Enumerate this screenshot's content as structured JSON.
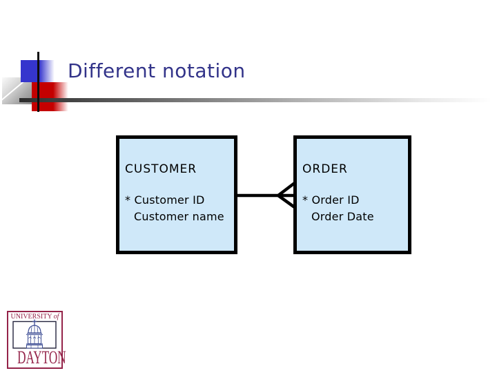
{
  "slide": {
    "title": "Different notation"
  },
  "diagram": {
    "entities": [
      {
        "name": "CUSTOMER",
        "attributes": [
          "* Customer ID",
          "Customer name"
        ]
      },
      {
        "name": "ORDER",
        "attributes": [
          "* Order ID",
          "Order Date"
        ]
      }
    ],
    "relationship": {
      "from": "CUSTOMER",
      "to": "ORDER",
      "notation": "crows-foot-many-at-order"
    }
  },
  "logo": {
    "university": "UNIVERSITY",
    "of": "of",
    "city": "DAYTON"
  },
  "colors": {
    "title_text": "#323389",
    "entity_fill": "#cfe8f9",
    "entity_border": "#000000",
    "entity_text": "#000000",
    "decor_blue": "#3535cd",
    "decor_red": "#c40000",
    "logo_maroon": "#942349",
    "chapel_blue": "#3d4d94"
  }
}
